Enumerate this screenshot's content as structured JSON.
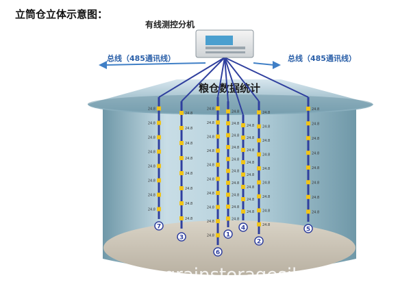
{
  "page": {
    "title": "立筒仓立体示意图："
  },
  "device": {
    "label": "有线测控分机"
  },
  "bus": {
    "left_label": "总线（485通讯线）",
    "right_label": "总线（485通讯线）"
  },
  "silo": {
    "label": "粮仓数据统计"
  },
  "sensor_tag": "24.8",
  "cables": [
    {
      "id": "1",
      "sensors": 10
    },
    {
      "id": "2",
      "sensors": 9
    },
    {
      "id": "3",
      "sensors": 8
    },
    {
      "id": "4",
      "sensors": 8
    },
    {
      "id": "5",
      "sensors": 8
    },
    {
      "id": "6",
      "sensors": 10
    },
    {
      "id": "7",
      "sensors": 8
    }
  ],
  "watermark": "www.grainstoragesilos.com",
  "colors": {
    "cable": "#2f3f9e",
    "sensor": "#f0c419",
    "bus_arrow": "#3f7fc6",
    "silo_body": "#aecbd6",
    "silo_roof": "#7faab9"
  }
}
